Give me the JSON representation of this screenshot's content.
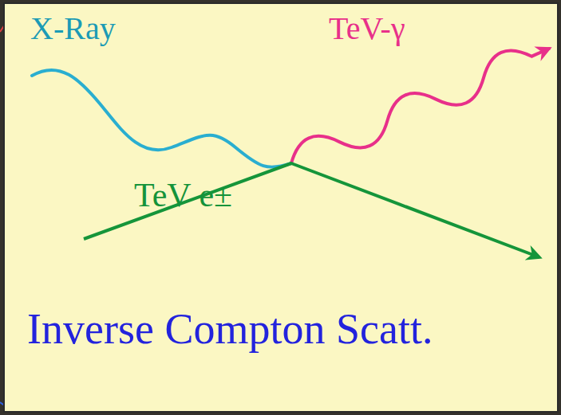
{
  "diagram": {
    "labels": [
      "X-Ray",
      "TeV-γ",
      "TeV e±",
      "Inverse Compton Scatt."
    ]
  }
}
